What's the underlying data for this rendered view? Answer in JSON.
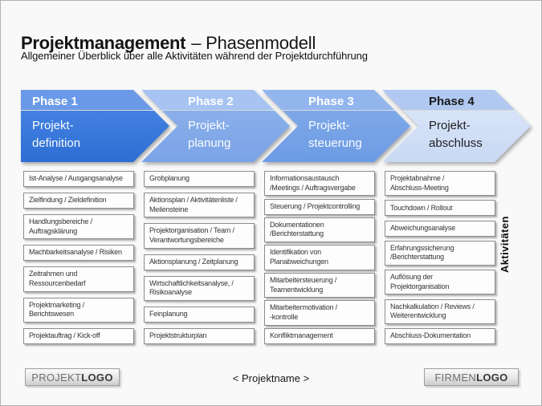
{
  "slide": {
    "background": "#f9f9f9",
    "title_accent": "Projektmanagement",
    "title_rest": "– Phasenmodell",
    "subtitle": "Allgemeiner Überblick über alle Aktivitäten während der Projektdurchführung",
    "side_label": "Aktivitäten"
  },
  "phases": [
    {
      "name": "Phase 1",
      "title": "Projekt-\ndefinition",
      "colors": {
        "band": "#6a9ae7",
        "body": "#4381e1",
        "body_dark": "#2d6ed3",
        "text": "#ffffff"
      },
      "activities": [
        "Ist-Analyse / Ausgangsanalyse",
        "Zielfindung / Zieldefinition",
        "Handlungsbereiche /\nAuftragsklärung",
        "Machbarkeitsanalyse / Risiken",
        "Zeitrahmen und\nRessourcenbedarf",
        "Projektmarketing /\nBerichtswesen",
        "Projektauftrag / Kick-off"
      ]
    },
    {
      "name": "Phase 2",
      "title": "Projekt-\nplanung",
      "colors": {
        "band": "#a6c3f1",
        "body": "#8aafea",
        "body_dark": "#7aa3e7",
        "text": "#ffffff"
      },
      "activities": [
        "Grobplanung",
        "Aktionsplan / Aktivitätenliste /\nMeilensteine",
        "Projektorganisation / Team /\nVerantwortungsbereiche",
        "Aktionsplanung / Zeitplanung",
        "Wirtschaftlichkeitsanalyse, /\nRisikoanalyse",
        "Feinplanung",
        "Projektstrukturplan"
      ]
    },
    {
      "name": "Phase 3",
      "title": "Projekt-\nsteuerung",
      "colors": {
        "band": "#92b5ee",
        "body": "#7da7e8",
        "body_dark": "#6d9ce4",
        "text": "#ffffff"
      },
      "activities": [
        "Informationsaustausch\n/Meetings / Auftragsvergabe",
        "Steuerung / Projektcontrolling",
        "Dokumentationen\n/Berichterstattung",
        "Identifikation von\nPlanabweichungen",
        "Mitarbeitersteuerung /\nTeamentwicklung",
        "Mitarbeitermotivation /\n-kontrolle",
        "Konfliktmanagement"
      ]
    },
    {
      "name": "Phase 4",
      "title": "Projekt-\nabschluss",
      "colors": {
        "band": "#b1c9f1",
        "body": "#d7e3f8",
        "body_dark": "#c9d9f4",
        "text": "#1a1a1a"
      },
      "activities": [
        "Projektabnahme /\nAbschluss-Meeting",
        "Touchdown / Rollout",
        "Abweichungsanalyse",
        "Erfahrungssicherung\n/Berichterstattung",
        "Auflösung der\nProjektorganisation",
        "Nachkalkulation / Reviews /\nWeiterentwicklung",
        "Abschluss-Dokumentation"
      ]
    }
  ],
  "footer": {
    "project_logo_prefix": "PROJEKT",
    "project_logo_suffix": "LOGO",
    "project_name": "< Projektname >",
    "company_logo_prefix": "FIRMEN",
    "company_logo_suffix": "LOGO"
  }
}
